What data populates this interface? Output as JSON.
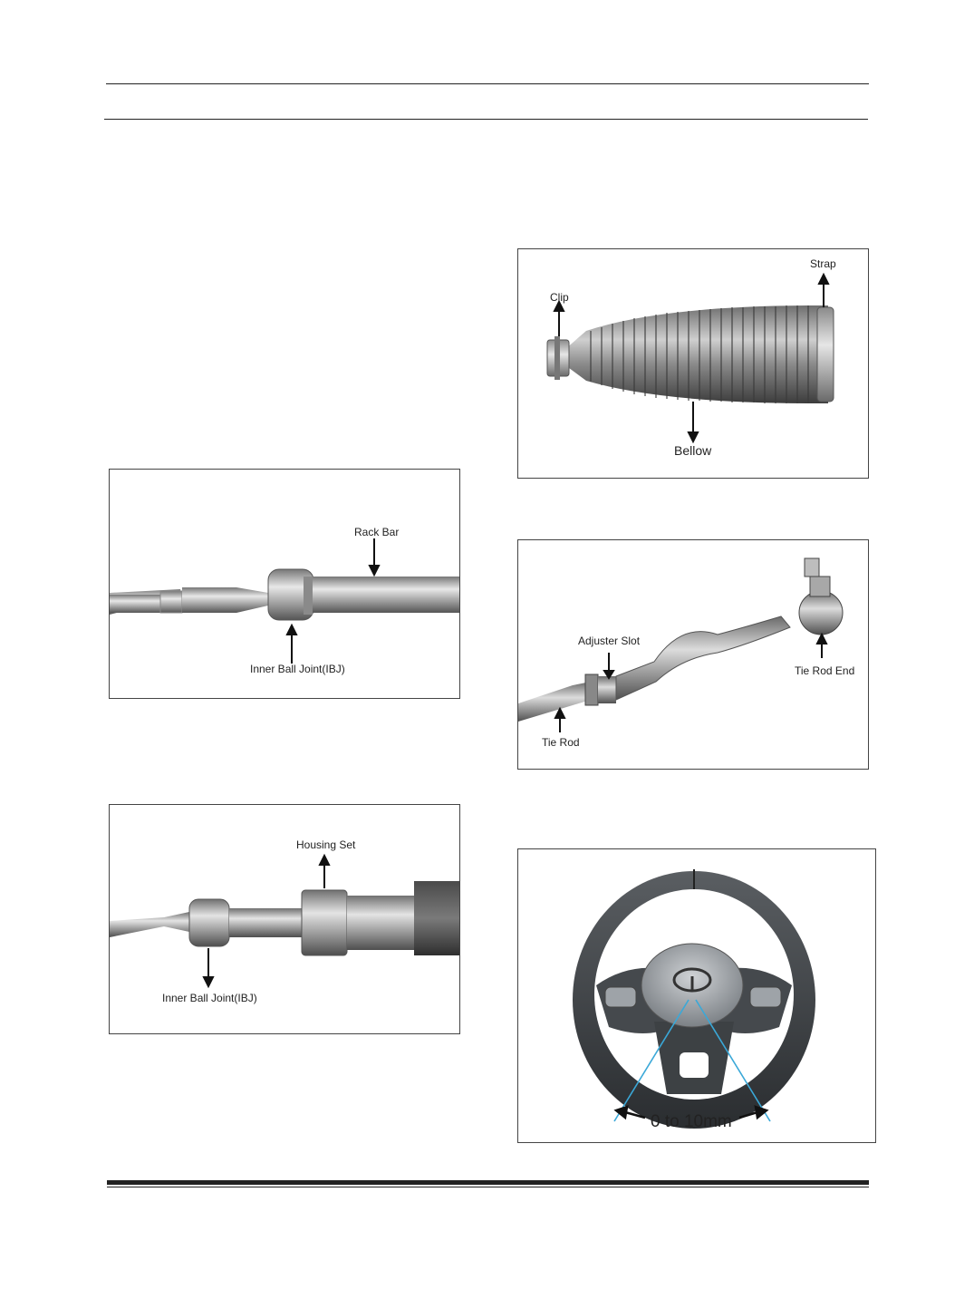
{
  "figures": {
    "bellow": {
      "clip": "Clip",
      "strap": "Strap",
      "bellow": "Bellow"
    },
    "rack": {
      "rack_bar": "Rack Bar",
      "ibj": "Inner Ball Joint(IBJ)"
    },
    "tierod": {
      "adjuster_slot": "Adjuster Slot",
      "tie_rod_end": "Tie Rod End",
      "tie_rod": "Tie Rod"
    },
    "housing": {
      "housing_set": "Housing Set",
      "ibj": "Inner Ball Joint(IBJ)"
    },
    "steering": {
      "tolerance": "0 to 10mm"
    }
  }
}
